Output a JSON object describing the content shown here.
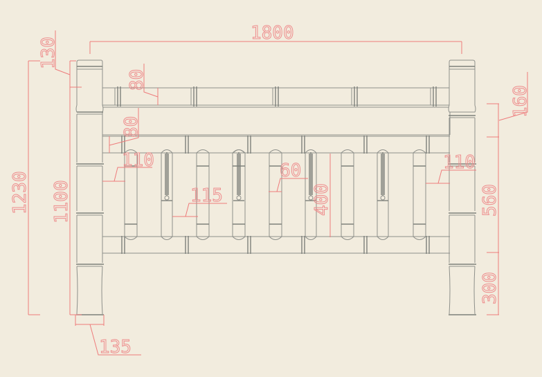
{
  "drawing": {
    "title": "Bamboo railing elevation",
    "units": "mm",
    "colors": {
      "background": "#f2ecde",
      "geometry": "#8d8f8a",
      "dimension": "#ee7b7b"
    },
    "dimensions": {
      "overall_width": "1800",
      "overall_height": "1230",
      "frame_height": "1100",
      "post_top_offset": "130",
      "top_rail_height": "80",
      "middle_gap": "80",
      "baluster_offset": "110",
      "baluster_spacing": "115",
      "baluster_width": "60",
      "panel_height": "400",
      "right_post_offset": "110",
      "top_section": "160",
      "middle_section": "560",
      "bottom_section": "300",
      "post_width": "135"
    }
  }
}
